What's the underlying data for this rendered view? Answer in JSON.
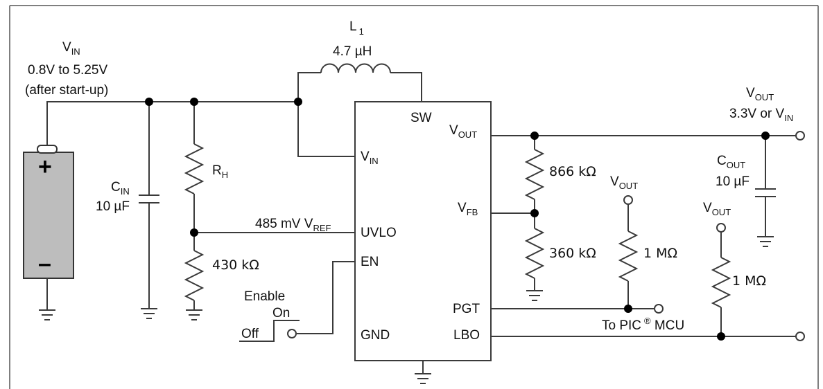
{
  "vin_label": {
    "main": "V",
    "sub": "IN"
  },
  "vin_range": "0.8V to 5.25V",
  "vin_note": "(after start-up)",
  "inductor": {
    "name_main": "L",
    "name_sub": "1",
    "value": "4.7 µH"
  },
  "cin_label": {
    "main": "C",
    "sub": "IN"
  },
  "cin_value": "10 µF",
  "rh_label": {
    "main": "R",
    "sub": "H"
  },
  "r_430": "430 kΩ",
  "vref_label": {
    "main": "485 mV V",
    "sub": "REF"
  },
  "chip_pins": {
    "sw": "SW",
    "vin": {
      "main": "V",
      "sub": "IN"
    },
    "uvlo": "UVLO",
    "en": "EN",
    "gnd": "GND",
    "vout": {
      "main": "V",
      "sub": "OUT"
    },
    "vfb": {
      "main": "V",
      "sub": "FB"
    },
    "pgt": "PGT",
    "lbo": "LBO"
  },
  "r_866": "866 kΩ",
  "r_360": "360 kΩ",
  "pullup_pgt": {
    "vout_main": "V",
    "vout_sub": "OUT",
    "value": "1 MΩ"
  },
  "pullup_lbo": {
    "vout_main": "V",
    "vout_sub": "OUT",
    "value": "1 MΩ"
  },
  "to_mcu": {
    "main": "To PIC",
    "reg": "®",
    "tail": " MCU"
  },
  "enable": {
    "title": "Enable",
    "on": "On",
    "off": "Off"
  },
  "vout_label": {
    "main": "V",
    "sub": "OUT"
  },
  "vout_value": {
    "main": "3.3V or V",
    "sub": "IN"
  },
  "cout_label": {
    "main": "C",
    "sub": "OUT"
  },
  "cout_value": "10 µF",
  "battery": {
    "plus": "+",
    "minus": "–"
  }
}
